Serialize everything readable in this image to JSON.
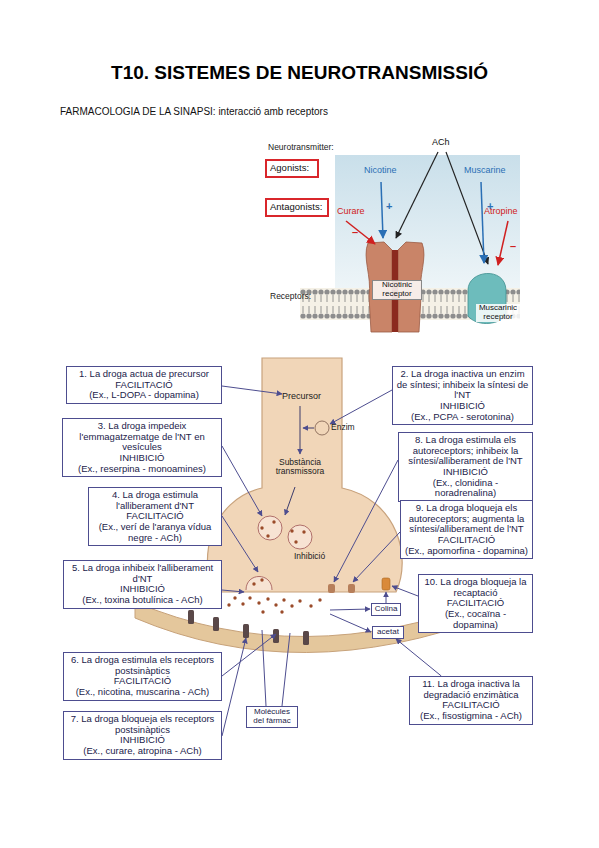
{
  "diagram": {
    "title": "T10. SISTEMES DE NEUROTRANSMISSIÓ",
    "nodes": [
      {
        "text": [
          "Agonists:"
        ]
      },
      {
        "text": [
          "Antagonists:"
        ]
      },
      {
        "text": [
          "1. La droga actua de precursor",
          "FACILITACIÓ",
          "(Ex., L-DOPA - dopamina)"
        ]
      },
      {
        "text": [
          "2. La droga inactiva un enzim de síntesi; inhibeix la síntesi de l'NT",
          "INHIBICIÓ",
          "(Ex., PCPA - serotonina)"
        ]
      },
      {
        "text": [
          "3. La droga impedeix l'emmagatzematge de l'NT en vesícules",
          "INHIBICIÓ",
          "(Ex., reserpina - monoamines)"
        ]
      },
      {
        "text": [
          "8. La droga estimula els autoreceptors; inhibeix la síntesi/alliberament de l'NT",
          "INHIBICIÓ",
          "(Ex., clonidina - noradrenalina)"
        ]
      },
      {
        "text": [
          "4. La droga estimula l'alliberament d'NT",
          "FACILITACIÓ",
          "(Ex., verí de l'aranya vídua negre - ACh)"
        ]
      },
      {
        "text": [
          "9. La droga bloqueja els autoreceptors; augmenta la síntesi/alliberament de l'NT",
          "FACILITACIÓ",
          "(Ex., apomorfina - dopamina)"
        ]
      },
      {
        "text": [
          "5. La droga inhibeix l'alliberament d'NT",
          "INHIBICIÓ",
          "(Ex., toxina botulínica - ACh)"
        ]
      },
      {
        "text": [
          "10. La droga bloqueja la recaptació",
          "FACILITACIÓ",
          "(Ex., cocaïna - dopamina)"
        ]
      },
      {
        "text": [
          "Colina"
        ]
      },
      {
        "text": [
          "acetat"
        ]
      },
      {
        "text": [
          "6. La droga estimula els receptors postsinàptics",
          "FACILITACIÓ",
          "(Ex., nicotina, muscarina - ACh)"
        ]
      },
      {
        "text": [
          "11. La droga inactiva la degradació enzimàtica",
          "FACILITACIÓ",
          "(Ex., fisostigmina - ACh)"
        ]
      },
      {
        "text": [
          "Molècules del fàrmac"
        ]
      },
      {
        "text": [
          "7. La droga bloqueja els receptors postsinàptics",
          "INHIBICIÓ",
          "(Ex., curare, atropina - ACh)"
        ]
      }
    ],
    "edges": [
      {
        "from": 13,
        "to": 11,
        "arrow": "to"
      }
    ],
    "labels": [
      "FARMACOLOGIA DE LA SINAPSI: interacció amb receptors",
      "Neurotransmitter:",
      "ACh",
      "Nicotine",
      "Muscarine",
      "+",
      "+",
      "Curare",
      "Atropine",
      "–",
      "–",
      "Receptors:",
      "Nicotinic receptor",
      "Muscarinic receptor",
      "Precursor",
      "Enzim",
      "Substància transmissora",
      "Inhibició"
    ]
  }
}
